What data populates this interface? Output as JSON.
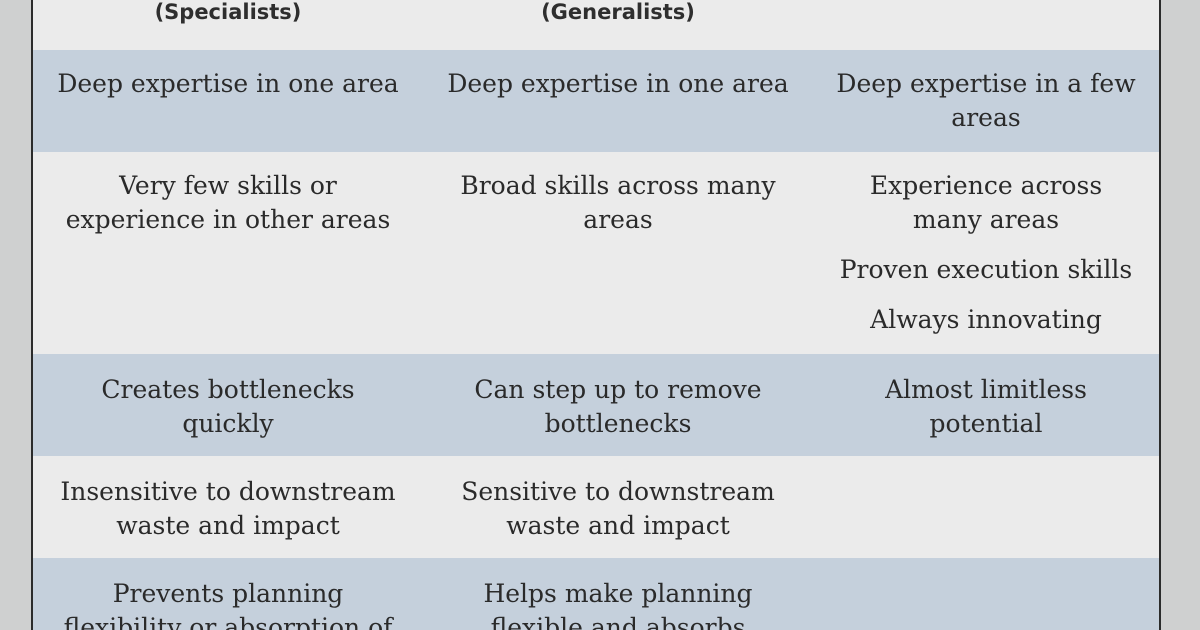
{
  "headers": {
    "col1": "(Specialists)",
    "col2": "(Generalists)",
    "col3": ""
  },
  "rows": [
    {
      "col1": [
        "Deep expertise in one area"
      ],
      "col2": [
        "Deep expertise in one area"
      ],
      "col3": [
        [
          "Deep expertise in a few",
          "areas"
        ]
      ]
    },
    {
      "col1": [
        "Very few skills or",
        "experience in other areas"
      ],
      "col2": [
        "Broad skills across many",
        "areas"
      ],
      "col3": [
        [
          "Experience across",
          "many areas"
        ],
        [
          "Proven execution skills"
        ],
        [
          "Always innovating"
        ]
      ]
    },
    {
      "col1": [
        "Creates bottlenecks",
        "quickly"
      ],
      "col2": [
        "Can step up to remove",
        "bottlenecks"
      ],
      "col3": [
        [
          "Almost limitless",
          "potential"
        ]
      ]
    },
    {
      "col1": [
        "Insensitive to downstream",
        "waste and impact"
      ],
      "col2": [
        "Sensitive to downstream",
        "waste and impact"
      ],
      "col3": []
    },
    {
      "col1": [
        "Prevents planning",
        "flexibility or absorption of"
      ],
      "col2": [
        "Helps make planning",
        "flexible and absorbs"
      ],
      "col3": []
    }
  ]
}
